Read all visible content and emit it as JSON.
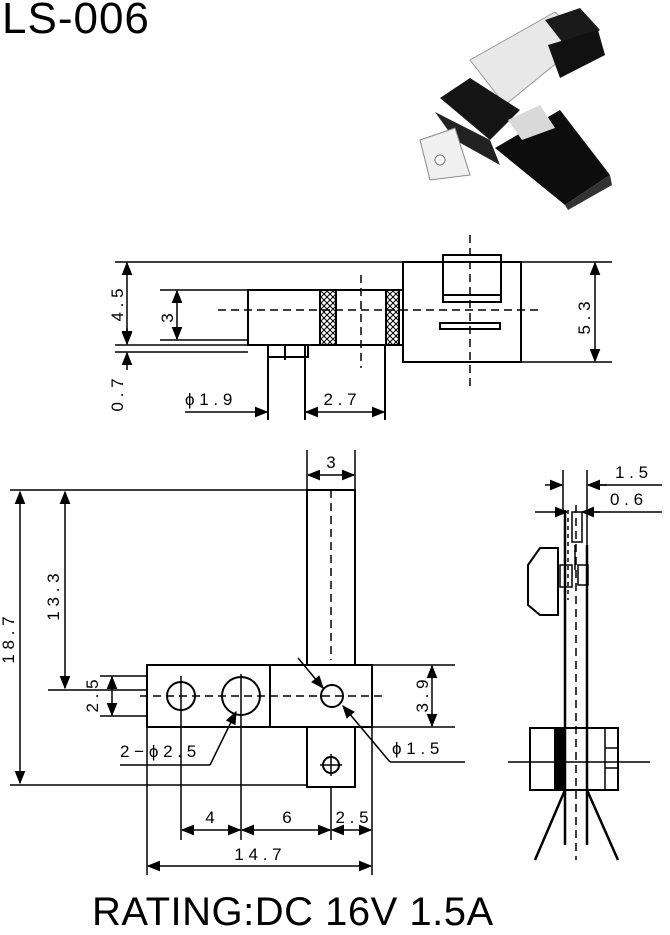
{
  "title": "LS-006",
  "rating": "RATING:DC 16V 1.5A",
  "top_view": {
    "dim_height": "4 . 5",
    "dim_inner": "3",
    "dim_right": "5 . 3",
    "dim_gap": "0 . 7",
    "dim_pin_dia": "ϕ 1 . 9",
    "dim_pin_pitch": "2 . 7"
  },
  "front_view": {
    "dim_width_top": "3",
    "dim_total_h": "1 8 . 7",
    "dim_h2": "1 3 . 3",
    "dim_2_5": "2 . 5",
    "dim_3_9": "3 . 9",
    "dim_hole_small": "ϕ 1 . 5",
    "dim_holes": "2 − ϕ 2 . 5",
    "dim_4": "4",
    "dim_6": "6",
    "dim_2_5b": "2 . 5",
    "dim_total_w": "1 4 . 7"
  },
  "side_view": {
    "dim_1_5": "1 . 5",
    "dim_0_6": "0 . 6"
  }
}
